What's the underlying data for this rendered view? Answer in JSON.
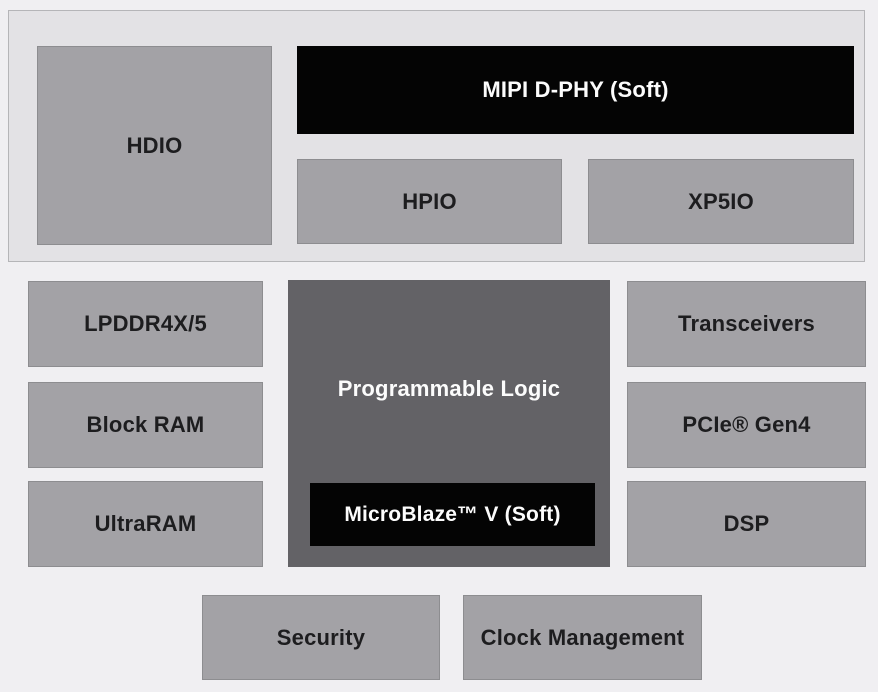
{
  "diagram_type": "fpga-architecture-block-diagram",
  "colors": {
    "page_bg": "#f0eff2",
    "io_bank_bg": "#e3e2e5",
    "io_bank_border": "#b5b5b8",
    "block_bg": "#a3a2a6",
    "block_border": "#8d8d90",
    "dark_block_bg": "#636266",
    "black_block_bg": "#040404",
    "text_dark": "#1d1d1f",
    "text_light": "#fcfcfc"
  },
  "io_bank": {
    "hdio": "HDIO",
    "mipi_dphy": "MIPI D-PHY (Soft)",
    "hpio": "HPIO",
    "xp5io": "XP5IO"
  },
  "memory_column": {
    "lpddr": "LPDDR4X/5",
    "block_ram": "Block RAM",
    "ultraram": "UltraRAM"
  },
  "center": {
    "programmable_logic": "Programmable Logic",
    "microblaze": "MicroBlaze™ V (Soft)"
  },
  "right_column": {
    "transceivers": "Transceivers",
    "pcie": "PCIe® Gen4",
    "dsp": "DSP"
  },
  "bottom_row": {
    "security": "Security",
    "clock_management": "Clock Management"
  }
}
